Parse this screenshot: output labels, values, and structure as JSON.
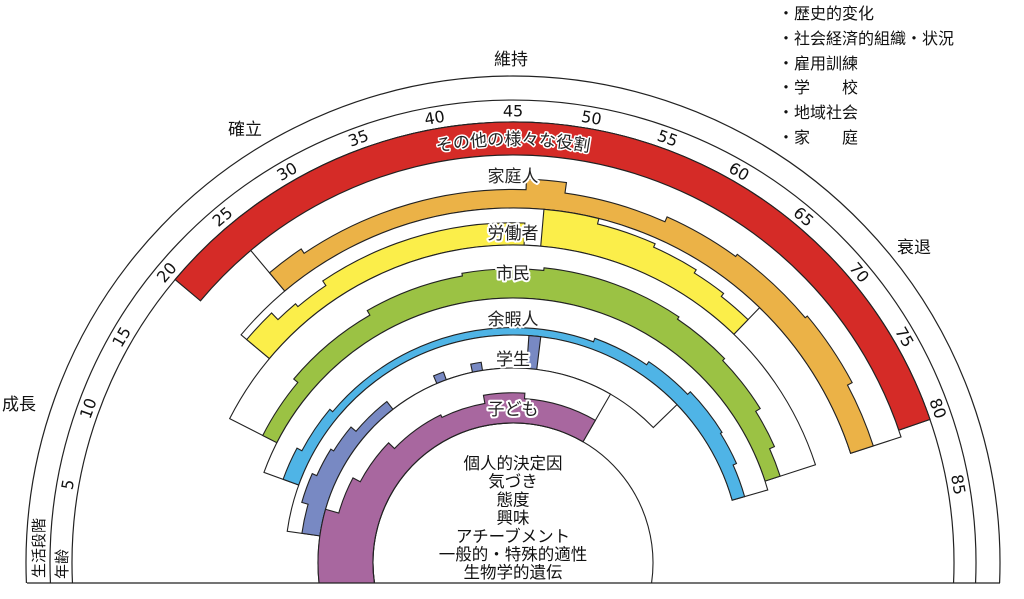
{
  "stages": {
    "growth": "成長",
    "establishment": "確立",
    "maintenance": "維持",
    "decline": "衰退"
  },
  "axis": {
    "life_stage_label": "生活段階",
    "age_label": "年齢",
    "ages": [
      5,
      10,
      15,
      20,
      25,
      30,
      35,
      40,
      45,
      50,
      55,
      60,
      65,
      70,
      75,
      80,
      85
    ]
  },
  "roles": [
    {
      "label": "その他の様々な役割",
      "color": "#d52b27",
      "slot": [
        20,
        80.5
      ],
      "fill": [
        [
          20,
          80.5,
          1
        ]
      ]
    },
    {
      "label": "家庭人",
      "color": "#ebb247",
      "slot": [
        25,
        81
      ],
      "fill": [
        [
          25,
          28,
          0.45
        ],
        [
          28,
          46,
          0.35
        ],
        [
          46,
          49,
          0.55
        ],
        [
          49,
          57,
          0.35
        ],
        [
          57,
          63,
          0.45
        ],
        [
          63,
          70,
          0.5
        ],
        [
          70,
          76,
          0.55
        ],
        [
          76,
          81,
          0.45
        ]
      ]
    },
    {
      "label": "労働者",
      "color": "#fbee4a",
      "slot": [
        20,
        67
      ],
      "fill": [
        [
          20,
          23,
          0.8
        ],
        [
          23,
          25,
          0.55
        ],
        [
          25,
          28,
          0.45
        ],
        [
          28,
          35,
          0.6
        ],
        [
          35,
          46,
          0.6
        ],
        [
          47.5,
          52,
          1
        ],
        [
          52,
          57,
          0.85
        ],
        [
          57,
          61,
          0.75
        ],
        [
          61,
          64,
          0.65
        ],
        [
          64,
          67,
          0.55
        ]
      ]
    },
    {
      "label": "市民",
      "color": "#9bc244",
      "slot": [
        13.5,
        81
      ],
      "fill": [
        [
          13.5,
          20,
          0.3
        ],
        [
          20,
          30,
          0.4
        ],
        [
          30,
          40,
          0.5
        ],
        [
          40,
          48,
          0.55
        ],
        [
          48,
          55,
          0.6
        ],
        [
          55,
          62,
          0.6
        ],
        [
          62,
          68,
          0.55
        ],
        [
          68,
          74,
          0.5
        ],
        [
          74,
          78,
          0.4
        ],
        [
          78,
          81,
          0.3
        ]
      ]
    },
    {
      "label": "余暇人",
      "color": "#4fb4e6",
      "slot": [
        10,
        82
      ],
      "fill": [
        [
          10,
          14,
          0.45
        ],
        [
          14,
          20,
          0.3
        ],
        [
          20,
          32,
          0.2
        ],
        [
          32,
          55,
          0.2
        ],
        [
          55,
          62,
          0.3
        ],
        [
          62,
          68,
          0.4
        ],
        [
          68,
          74,
          0.5
        ],
        [
          74,
          78,
          0.45
        ],
        [
          78,
          82,
          0.35
        ]
      ]
    },
    {
      "label": "学生",
      "color": "#7889c3",
      "slot": [
        4,
        68
      ],
      "fill": [
        [
          4,
          8,
          0.55
        ],
        [
          8,
          12,
          0.75
        ],
        [
          12,
          16,
          0.6
        ],
        [
          16,
          20,
          0.5
        ],
        [
          20,
          26,
          0.3
        ],
        [
          33.5,
          35,
          0.25
        ],
        [
          39,
          40.5,
          0.25
        ],
        [
          47,
          48.5,
          1
        ]
      ]
    },
    {
      "label": "子ども",
      "color": "#a8679f",
      "slot": [
        -5,
        60
      ],
      "fill": [
        [
          -5,
          8,
          1
        ],
        [
          8,
          14,
          0.75
        ],
        [
          14,
          22,
          0.6
        ],
        [
          22,
          32,
          0.45
        ],
        [
          32,
          40,
          0.4
        ],
        [
          40,
          47,
          0.55
        ],
        [
          47,
          60,
          0.45
        ]
      ]
    }
  ],
  "inner_factors": [
    "個人的決定因",
    "気づき",
    "態度",
    "興味",
    "アチーブメント",
    "一般的・特殊的適性",
    "生物学的遺伝"
  ],
  "situational_factors": [
    "・歴史的変化",
    "・社会経済的組織・状況",
    "・雇用訓練",
    "・学　　校",
    "・地域社会",
    "・家　　庭"
  ]
}
